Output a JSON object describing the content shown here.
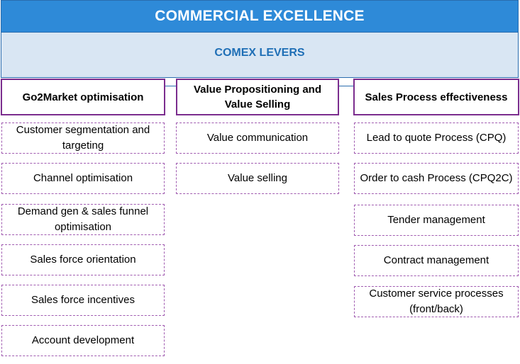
{
  "title": "COMMERCIAL EXCELLENCE",
  "subtitle": "COMEX LEVERS",
  "colors": {
    "banner": "#2e8ad8",
    "levers_band": "#d9e6f3",
    "levers_text": "#1f6fb6",
    "header_border": "#7b2d8e",
    "item_border": "#a05bb0"
  },
  "columns": [
    {
      "header": "Go2Market optimisation",
      "items": [
        "Customer segmentation and targeting",
        "Channel optimisation",
        "Demand gen & sales funnel optimisation",
        "Sales force orientation",
        "Sales force incentives",
        "Account development"
      ]
    },
    {
      "header": "Value Propositioning and Value Selling",
      "items": [
        "Value communication",
        "Value selling"
      ]
    },
    {
      "header": "Sales Process effectiveness",
      "items": [
        "Lead to quote Process (CPQ)",
        "Order to cash Process (CPQ2C)",
        "Tender management",
        "Contract management",
        "Customer service processes (front/back)"
      ]
    }
  ]
}
